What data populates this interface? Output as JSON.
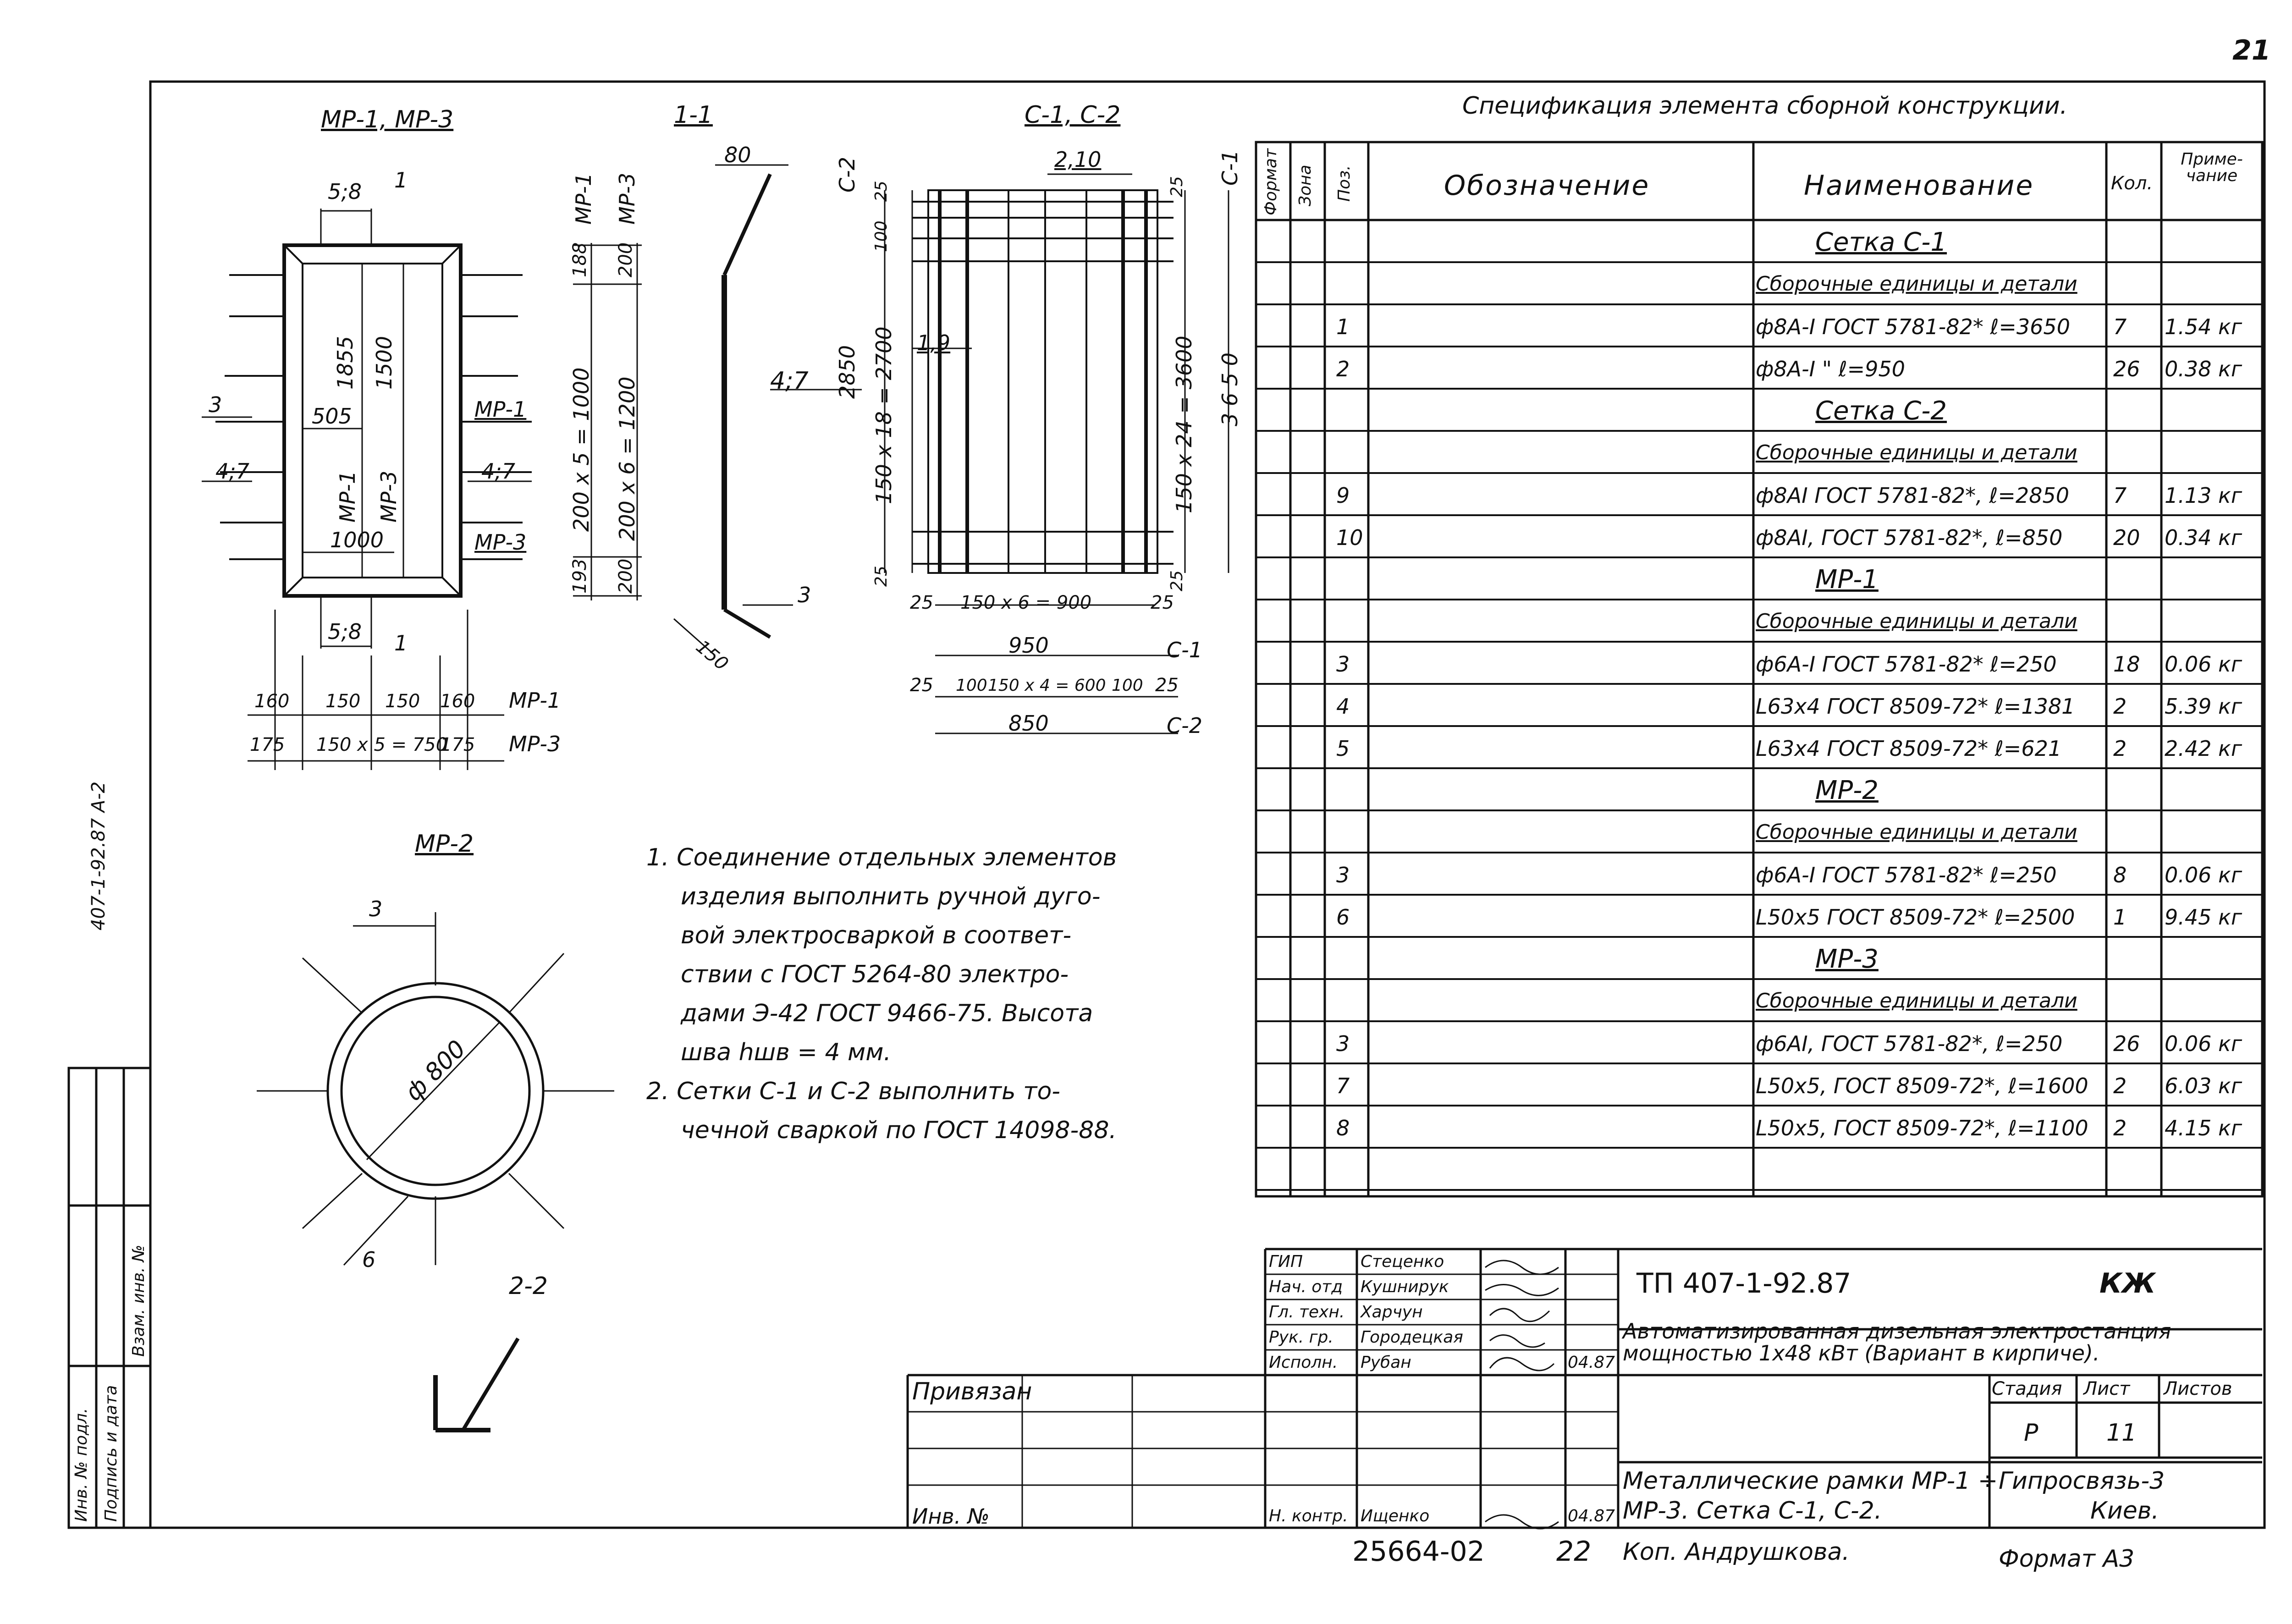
{
  "page_number": "21",
  "drawings": {
    "mr1_mr3": {
      "title": "МР-1, МР-3",
      "dims": {
        "top_gap": "5;8",
        "mark1": "1",
        "bottom_gap": "5;8",
        "mark1b": "1",
        "side_label": "4;7",
        "side_label_right": "4;7",
        "ref3": "3",
        "len505": "505",
        "len1000": "1000",
        "inner1855": "1855",
        "inner1500": "1500",
        "mr1_in": "МР-1",
        "mr3_in": "МР-3",
        "mr1_right": "МР-1",
        "mr3_right": "МР-3",
        "v_mr1": "МР-1",
        "v_mr3": "МР-3",
        "v188": "188",
        "v200a": "200",
        "v_200x5": "200 x 5 = 1000",
        "v_200x6": "200 x 6 = 1200",
        "v193": "193",
        "v200b": "200",
        "row1": [
          "160",
          "150",
          "150",
          "160",
          "МР-1"
        ],
        "row2": [
          "175",
          "150 x 5 = 750",
          "175",
          "МР-3"
        ]
      }
    },
    "section_1_1": {
      "title": "1-1",
      "d80": "80",
      "d47": "4;7",
      "d3": "3",
      "d150": "150"
    },
    "c1_c2": {
      "title": "С-1, С-2",
      "d210": "2,10",
      "d19": "1,9",
      "d2850": "2850",
      "d150x18": "150 x 18 = 2700",
      "d150x24": "150 x 24 = 3600",
      "d3650": "3 6 5 0",
      "vc2": "С-2",
      "vc1": "С-1",
      "d25a": "25",
      "d25b": "25",
      "d100": "100",
      "d25c": "25",
      "d25d": "25",
      "row_a": [
        "25",
        "150 x 6 = 900",
        "25"
      ],
      "row_b": [
        "950",
        "С-1"
      ],
      "row_c": [
        "25",
        "100",
        "150 x 4 = 600",
        "100",
        "25"
      ],
      "row_d": [
        "850",
        "С-2"
      ]
    },
    "mr2": {
      "title": "МР-2",
      "d3": "3",
      "diam": "ф 800",
      "d6": "6"
    },
    "section_2_2": {
      "title": "2-2"
    }
  },
  "notes": [
    "1. Соединение отдельных элементов",
    "изделия выполнить ручной дуго-",
    "вой электросваркой в соответ-",
    "ствии с ГОСТ 5264-80 электро-",
    "дами Э-42 ГОСТ 9466-75. Высота",
    "шва hшв = 4 мм.",
    "2. Сетки С-1 и С-2 выполнить то-",
    "чечной сваркой по ГОСТ 14098-88."
  ],
  "spec": {
    "title": "Спецификация элемента сборной конструкции.",
    "headers": {
      "format": "Формат",
      "zone": "Зона",
      "pos": "Поз.",
      "designation": "Обозначение",
      "name": "Наименование",
      "qty": "Кол.",
      "note": "Приме-чание"
    },
    "rows": [
      {
        "pos": "",
        "name": "Сетка С-1",
        "qty": "",
        "note": "",
        "kind": "heading"
      },
      {
        "pos": "",
        "name": "Сборочные единицы и детали",
        "qty": "",
        "note": "",
        "kind": "sub"
      },
      {
        "pos": "1",
        "name": "ф8А-I ГОСТ 5781-82* ℓ=3650",
        "qty": "7",
        "note": "1.54 кг",
        "kind": "item"
      },
      {
        "pos": "2",
        "name": "ф8А-I \" ℓ=950",
        "qty": "26",
        "note": "0.38 кг",
        "kind": "item"
      },
      {
        "pos": "",
        "name": "Сетка С-2",
        "qty": "",
        "note": "",
        "kind": "heading"
      },
      {
        "pos": "",
        "name": "Сборочные единицы и детали",
        "qty": "",
        "note": "",
        "kind": "sub"
      },
      {
        "pos": "9",
        "name": "ф8АI ГОСТ 5781-82*, ℓ=2850",
        "qty": "7",
        "note": "1.13 кг",
        "kind": "item"
      },
      {
        "pos": "10",
        "name": "ф8АI, ГОСТ 5781-82*, ℓ=850",
        "qty": "20",
        "note": "0.34 кг",
        "kind": "item"
      },
      {
        "pos": "",
        "name": "МР-1",
        "qty": "",
        "note": "",
        "kind": "heading"
      },
      {
        "pos": "",
        "name": "Сборочные единицы и детали",
        "qty": "",
        "note": "",
        "kind": "sub"
      },
      {
        "pos": "3",
        "name": "ф6А-I ГОСТ 5781-82* ℓ=250",
        "qty": "18",
        "note": "0.06 кг",
        "kind": "item"
      },
      {
        "pos": "4",
        "name": "L63x4 ГОСТ 8509-72* ℓ=1381",
        "qty": "2",
        "note": "5.39 кг",
        "kind": "item"
      },
      {
        "pos": "5",
        "name": "L63x4 ГОСТ 8509-72* ℓ=621",
        "qty": "2",
        "note": "2.42 кг",
        "kind": "item"
      },
      {
        "pos": "",
        "name": "МР-2",
        "qty": "",
        "note": "",
        "kind": "heading"
      },
      {
        "pos": "",
        "name": "Сборочные единицы и детали",
        "qty": "",
        "note": "",
        "kind": "sub"
      },
      {
        "pos": "3",
        "name": "ф6А-I ГОСТ 5781-82* ℓ=250",
        "qty": "8",
        "note": "0.06 кг",
        "kind": "item"
      },
      {
        "pos": "6",
        "name": "L50x5 ГОСТ 8509-72* ℓ=2500",
        "qty": "1",
        "note": "9.45 кг",
        "kind": "item"
      },
      {
        "pos": "",
        "name": "МР-3",
        "qty": "",
        "note": "",
        "kind": "heading"
      },
      {
        "pos": "",
        "name": "Сборочные единицы и детали",
        "qty": "",
        "note": "",
        "kind": "sub"
      },
      {
        "pos": "3",
        "name": "ф6АI, ГОСТ 5781-82*, ℓ=250",
        "qty": "26",
        "note": "0.06 кг",
        "kind": "item"
      },
      {
        "pos": "7",
        "name": "L50x5, ГОСТ 8509-72*, ℓ=1600",
        "qty": "2",
        "note": "6.03 кг",
        "kind": "item"
      },
      {
        "pos": "8",
        "name": "L50x5, ГОСТ 8509-72*, ℓ=1100",
        "qty": "2",
        "note": "4.15 кг",
        "kind": "item"
      },
      {
        "pos": "",
        "name": "",
        "qty": "",
        "note": "",
        "kind": "blank"
      }
    ]
  },
  "title_block": {
    "roles": [
      {
        "role": "ГИП",
        "name": "Стеценко"
      },
      {
        "role": "Нач. отд",
        "name": "Кушнирук"
      },
      {
        "role": "Гл. техн.",
        "name": "Харчун"
      },
      {
        "role": "Рук. гр.",
        "name": "Городецкая"
      },
      {
        "role": "Исполн.",
        "name": "Рубан"
      }
    ],
    "date": "04.87",
    "norm_control_role": "Н. контр.",
    "norm_control_name": "Ищенко",
    "norm_control_date": "04.87",
    "project": "ТП 407-1-92.87",
    "mark": "КЖ",
    "description": "Автоматизированная дизельная электростанция мощностью 1х48 кВт (Вариант в кирпиче).",
    "stage_label": "Стадия",
    "sheet_label": "Лист",
    "sheets_label": "Листов",
    "stage": "Р",
    "sheet": "11",
    "sheets": "",
    "sheet_title_1": "Металлические рамки МР-1 ÷",
    "sheet_title_2": "МР-3. Сетка С-1, С-2.",
    "org_1": "Гипросвязь-3",
    "org_2": "Киев.",
    "privyazan": "Привязан",
    "inv": "Инв. №"
  },
  "footer": {
    "doc_number": "25664-02",
    "page": "22",
    "copy": "Коп. Андрушкова.",
    "format": "Формат А3"
  },
  "side_stamp": {
    "code": "407-1-92.87  А-2",
    "columns": [
      "Инв. № подл.",
      "Подпись и дата",
      "Взам. инв. №"
    ]
  }
}
